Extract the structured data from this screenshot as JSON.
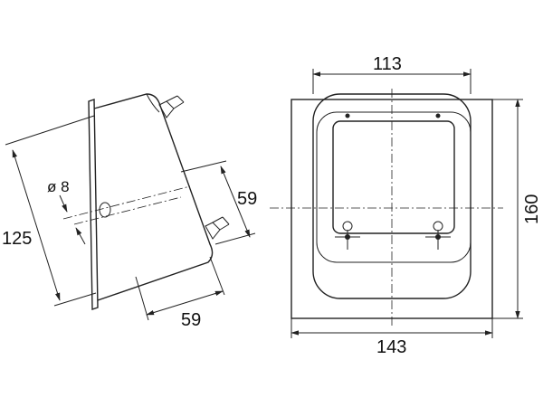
{
  "side_view": {
    "dim_height": "125",
    "dim_hole": "ø 8",
    "dim_pitch": "59",
    "dim_depth": "59"
  },
  "front_view": {
    "dim_inner_width": "113",
    "dim_outer_width": "143",
    "dim_outer_height": "160"
  },
  "colors": {
    "stroke": "#222222",
    "background": "#ffffff"
  }
}
